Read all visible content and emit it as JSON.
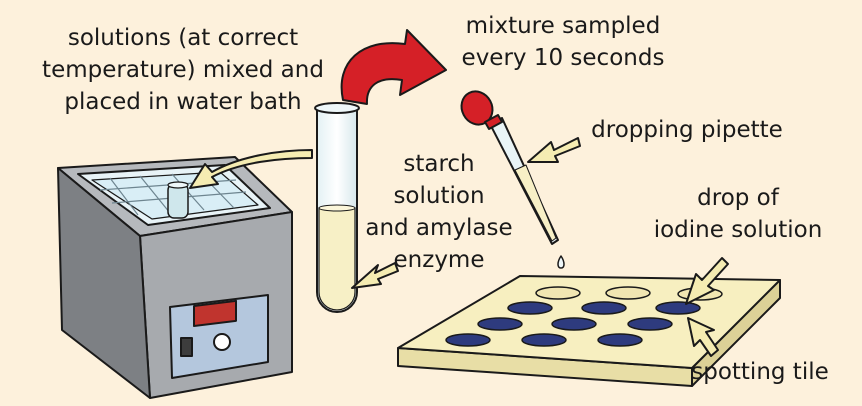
{
  "labels": {
    "solutions": [
      "solutions (at correct",
      "temperature) mixed and",
      "placed in water bath"
    ],
    "sampled": [
      "mixture sampled",
      "every 10 seconds"
    ],
    "pipette": [
      "dropping pipette"
    ],
    "starch": [
      "starch",
      "solution",
      "and amylase",
      "enzyme"
    ],
    "drop": [
      "drop of",
      "iodine solution"
    ],
    "tile": [
      "spotting tile"
    ]
  },
  "colors": {
    "background": "#fdf1dc",
    "bath_body": "#a7aaae",
    "bath_dark": "#7d8084",
    "water": "#d9eef6",
    "control_panel": "#b4c7dd",
    "display": "#c0342e",
    "tube_liquid": "#f7f0c6",
    "pipette_bulb": "#d52027",
    "arrow_red": "#d52027",
    "arrow_yellow": "#f5ecb2",
    "tile": "#f7efc0",
    "well": "#2e3b7e"
  },
  "scene": {
    "bath_display": ""
  }
}
